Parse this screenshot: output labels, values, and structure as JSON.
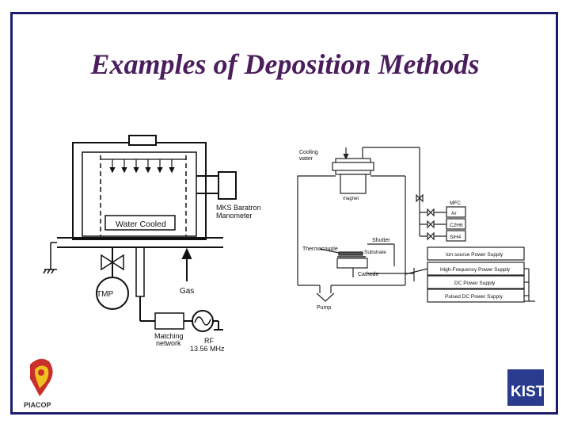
{
  "slide": {
    "title": "Examples of Deposition Methods"
  },
  "left_diagram": {
    "water_cooled": "Water Cooled",
    "manometer_line1": "MKS Baratron",
    "manometer_line2": "Manometer",
    "pump": "TMP",
    "gas": "Gas",
    "matching_line1": "Matching",
    "matching_line2": "network",
    "rf_line1": "RF",
    "rf_line2": "13.56 MHz"
  },
  "right_diagram": {
    "cooling_line1": "Cooling",
    "cooling_line2": "water",
    "magnet": "magnet",
    "thermocouple": "Thermocouple",
    "shutter": "Shutter",
    "substrate": "Substrate",
    "cathode": "Cathode",
    "pump": "Pump",
    "mfc": "MFC",
    "gases": [
      "Ar",
      "C2H6",
      "SiH4"
    ],
    "supplies": [
      "Ion source Power Supply",
      "High-Frequency Power Supply",
      "DC Power Supply",
      "Pulsed DC Power Supply"
    ]
  },
  "logos": {
    "left_logo_text": "PIACOP",
    "right_logo_text": "KIST"
  },
  "colors": {
    "frame": "#1c1c6e",
    "title": "#4b1e5e",
    "kist_blue": "#2a3a8c",
    "logo_red": "#c8302a",
    "logo_yellow": "#f0c020"
  }
}
